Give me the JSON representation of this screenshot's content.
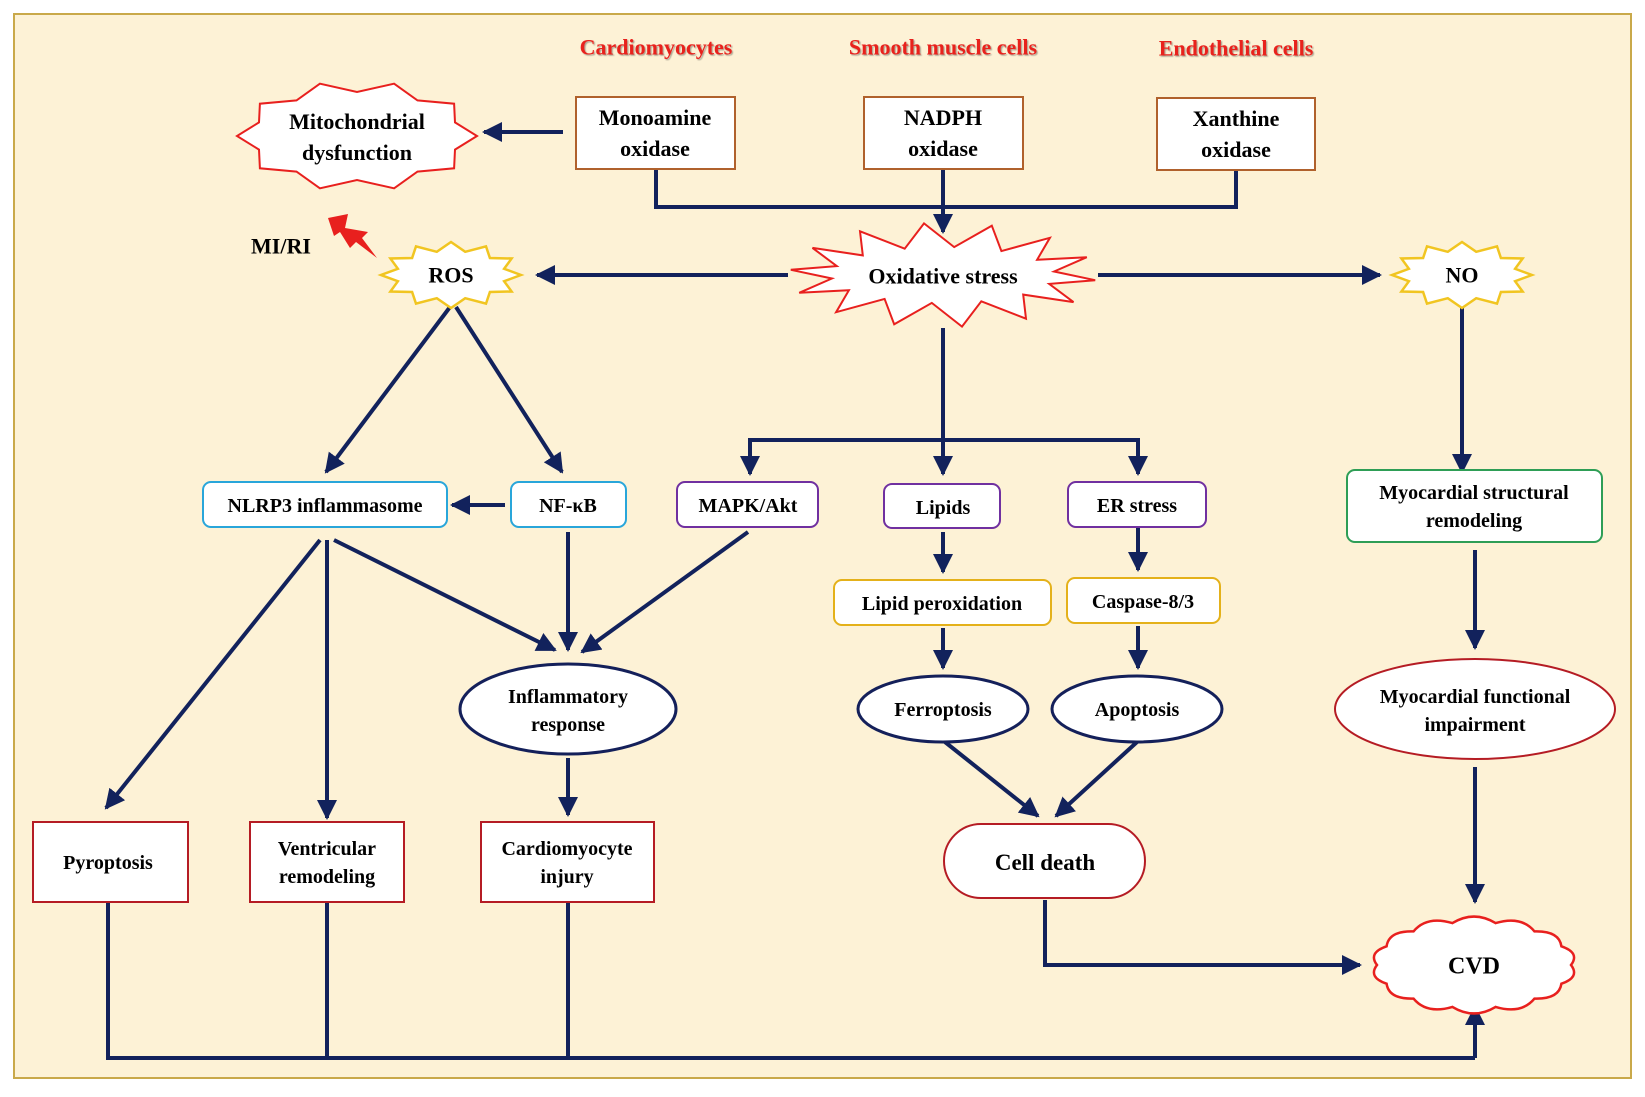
{
  "colors": {
    "background": "#FDF2D6",
    "frame": "#C9A94A",
    "arrow": "#12225C",
    "source_red": "#E8201E",
    "enzyme_border": "#B0612C",
    "burst_red": "#E8201E",
    "burst_yellow": "#F1C521",
    "nlrp_blue": "#29A6DA",
    "purple": "#7030A0",
    "gold": "#E4B11A",
    "dark_navy": "#14205A",
    "outcome_red": "#B51C24",
    "green": "#2E9E56"
  },
  "cell_sources": {
    "cardiomyocytes": "Cardiomyocytes",
    "smooth_muscle": "Smooth muscle cells",
    "endothelial": "Endothelial cells"
  },
  "enzymes": {
    "monoamine": [
      "Monoamine",
      "oxidase"
    ],
    "nadph": [
      "NADPH",
      "oxidase"
    ],
    "xanthine": [
      "Xanthine",
      "oxidase"
    ]
  },
  "mito": [
    "Mitochondrial",
    "dysfunction"
  ],
  "trigger": "MI/RI",
  "ros": "ROS",
  "oxidative_stress": "Oxidative stress",
  "no": "NO",
  "nlrp3": "NLRP3 inflammasome",
  "nfkb": "NF-κB",
  "mapk": "MAPK/Akt",
  "lipids": "Lipids",
  "er_stress": "ER stress",
  "lipid_peroxidation": "Lipid peroxidation",
  "caspase": "Caspase-8/3",
  "inflammatory_response": [
    "Inflammatory",
    "response"
  ],
  "ferroptosis": "Ferroptosis",
  "apoptosis": "Apoptosis",
  "pyroptosis": "Pyroptosis",
  "ventricular": [
    "Ventricular",
    "remodeling"
  ],
  "cardio_injury": [
    "Cardiomyocyte",
    "injury"
  ],
  "cell_death": "Cell death",
  "structural": [
    "Myocardial structural",
    "remodeling"
  ],
  "functional": [
    "Myocardial functional",
    "impairment"
  ],
  "cvd": "CVD"
}
